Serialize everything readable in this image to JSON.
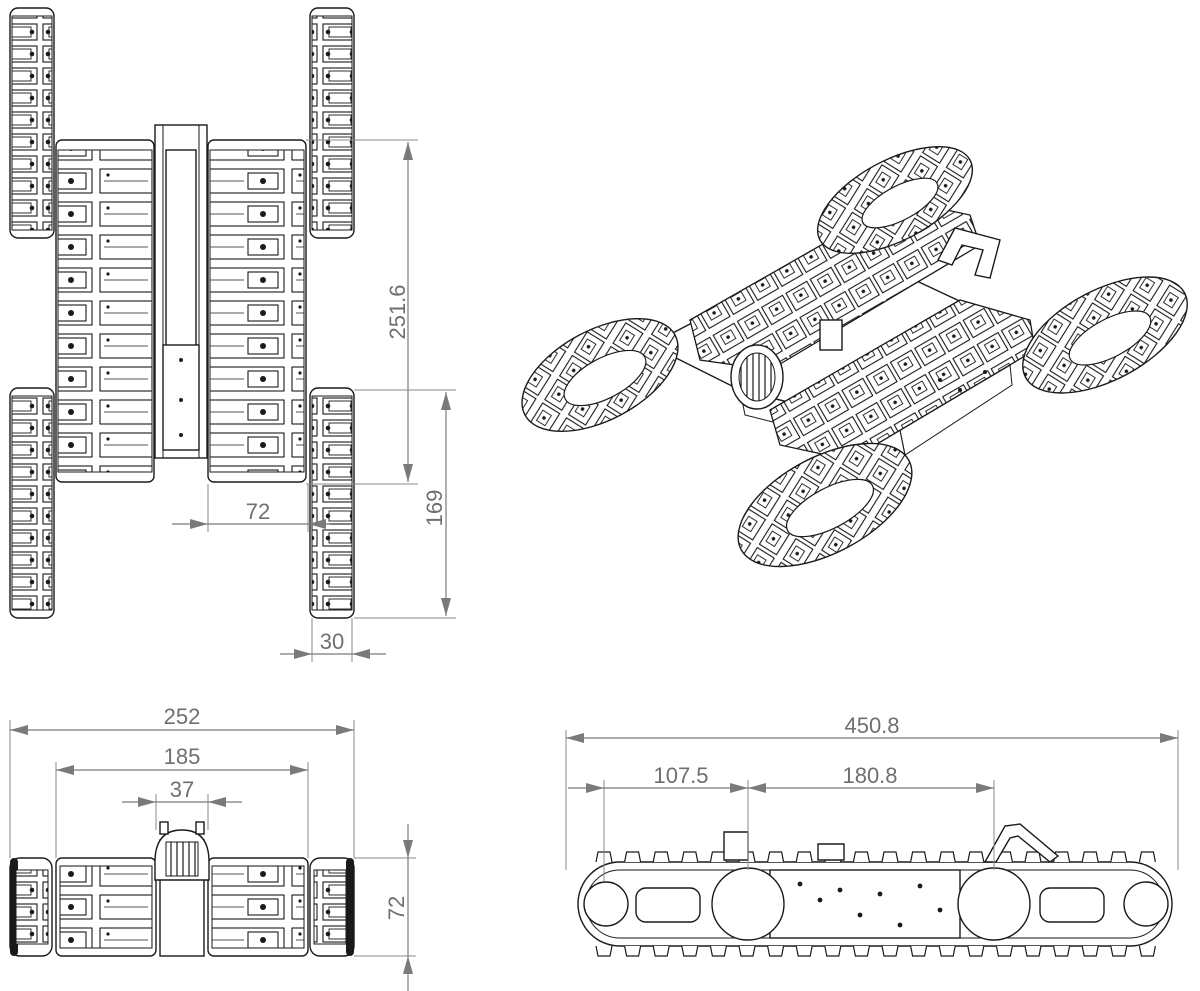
{
  "dimensions": {
    "top_view": {
      "length_251_6": "251.6",
      "length_169": "169",
      "width_72": "72",
      "width_30": "30"
    },
    "front_view": {
      "overall_252": "252",
      "inner_185": "185",
      "center_37": "37",
      "height_72": "72"
    },
    "side_view": {
      "overall_450_8": "450.8",
      "segment_107_5": "107.5",
      "segment_180_8": "180.8"
    }
  },
  "colors": {
    "line": "#1a1a1a",
    "dimension": "#7a7a7a",
    "background": "#ffffff"
  }
}
